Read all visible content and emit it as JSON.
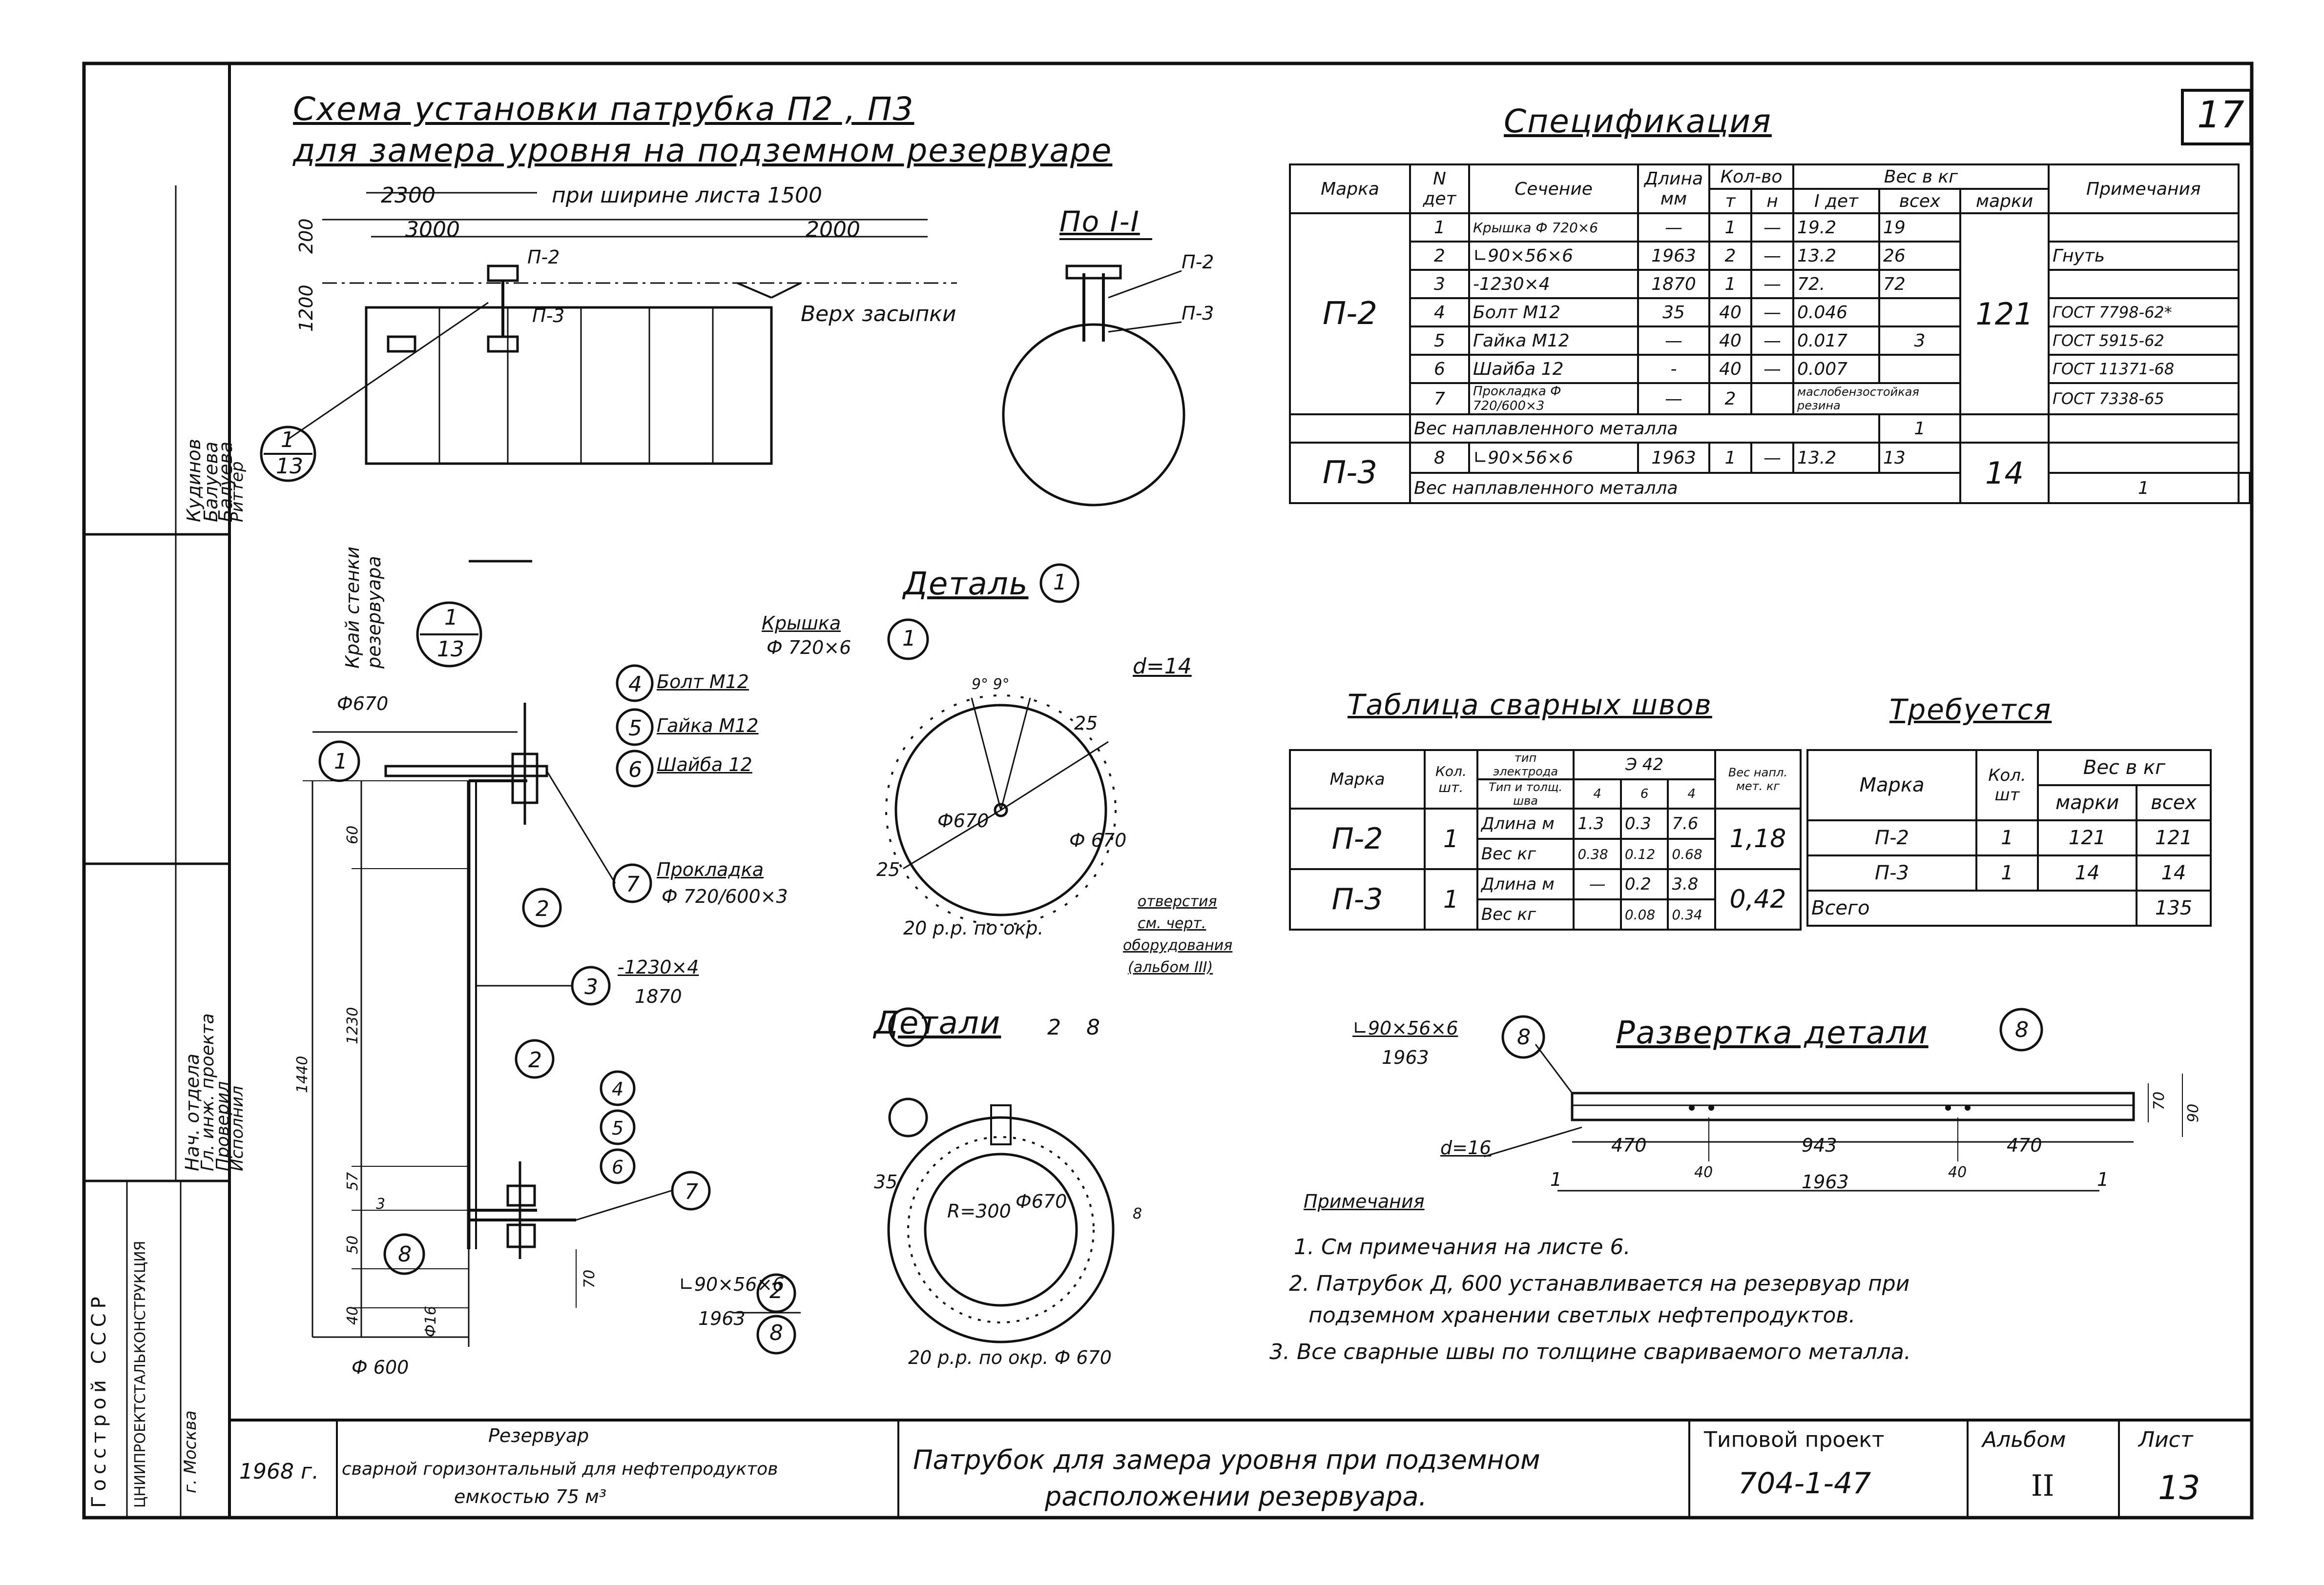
{
  "sheet_number": "17",
  "left_strip": {
    "names": [
      "Кудинов",
      "Балуева",
      "Балуева",
      "Риттер"
    ],
    "roles": [
      "Нач. отдела",
      "Гл. инж. проекта",
      "Проверил",
      "Исполнил"
    ],
    "org": [
      "Госстрой СССР",
      "ЦНИИПРОЕКТСТАЛЬКОНСТРУКЦИЯ",
      "г. Москва"
    ]
  },
  "scheme": {
    "title_line1": "Схема установки патрубка П2 , П3",
    "title_line2": "для замера уровня на подземном резервуаре",
    "dim_2300": "2300",
    "dim_note": "при ширине листа 1500",
    "dim_3000": "3000",
    "dim_2000": "2000",
    "dim_200": "200",
    "dim_1200": "1200",
    "label_p2": "П-2",
    "label_p3": "П-3",
    "backfill": "Верх засыпки",
    "ref_top": "1",
    "ref_bottom": "13",
    "tank_edge_label": "Край стенки резервуара"
  },
  "section": {
    "title": "По I-I",
    "label_p2": "П-2",
    "label_p3": "П-3"
  },
  "spec": {
    "title": "Спецификация",
    "header": {
      "mark": "Марка",
      "det": "N дет",
      "section": "Сечение",
      "length": "Длина мм",
      "qty": "Кол-во",
      "qty_t": "т",
      "qty_n": "н",
      "weight": "Вес в кг",
      "w_det": "I дет",
      "w_all": "всех",
      "w_mark": "марки",
      "notes": "Примечания"
    },
    "groups": [
      {
        "mark": "П-2",
        "mark_weight": "121",
        "rows": [
          {
            "det": "1",
            "section": "Крышка Ф 720×6",
            "length": "—",
            "t": "1",
            "n": "—",
            "w_det": "19.2",
            "w_all": "19",
            "note": ""
          },
          {
            "det": "2",
            "section": "∟90×56×6",
            "length": "1963",
            "t": "2",
            "n": "—",
            "w_det": "13.2",
            "w_all": "26",
            "note": "Гнуть"
          },
          {
            "det": "3",
            "section": "-1230×4",
            "length": "1870",
            "t": "1",
            "n": "—",
            "w_det": "72.",
            "w_all": "72",
            "note": ""
          },
          {
            "det": "4",
            "section": "Болт M12",
            "length": "35",
            "t": "40",
            "n": "—",
            "w_det": "0.046",
            "w_all": "",
            "note": "ГОСТ 7798-62*"
          },
          {
            "det": "5",
            "section": "Гайка M12",
            "length": "—",
            "t": "40",
            "n": "—",
            "w_det": "0.017",
            "w_all": "3",
            "note": "ГОСТ 5915-62"
          },
          {
            "det": "6",
            "section": "Шайба 12",
            "length": "-",
            "t": "40",
            "n": "—",
            "w_det": "0.007",
            "w_all": "",
            "note": "ГОСТ 11371-68"
          },
          {
            "det": "7",
            "section": "Прокладка Ф 720/600×3",
            "length": "—",
            "t": "2",
            "n": "",
            "w_det": "маслобензостойкая резина",
            "w_all": "",
            "note": "ГОСТ 7338-65"
          }
        ],
        "weld_label": "Вес наплавленного металла",
        "weld_value": "1"
      },
      {
        "mark": "П-3",
        "mark_weight": "14",
        "rows": [
          {
            "det": "8",
            "section": "∟90×56×6",
            "length": "1963",
            "t": "1",
            "n": "—",
            "w_det": "13.2",
            "w_all": "13",
            "note": ""
          }
        ],
        "weld_label": "Вес наплавленного металла",
        "weld_value": "1"
      }
    ]
  },
  "welds": {
    "title": "Таблица сварных швов",
    "header": {
      "mark": "Марка",
      "qty": "Кол. шт.",
      "electrode": "тип электрода",
      "type_thick": "Тип и толщ. шва",
      "e42": "Э 42",
      "c4": "4",
      "c6": "6",
      "c4b": "4",
      "weight": "Вес напл. мет. кг"
    },
    "rows": [
      {
        "mark": "П-2",
        "qty": "1",
        "lines": [
          {
            "label": "Длина м",
            "a": "1.3",
            "b": "0.3",
            "c": "7.6"
          },
          {
            "label": "Вес кг",
            "a": "0.38",
            "b": "0.12",
            "c": "0.68"
          }
        ],
        "total": "1,18"
      },
      {
        "mark": "П-3",
        "qty": "1",
        "lines": [
          {
            "label": "Длина м",
            "a": "—",
            "b": "0.2",
            "c": "3.8"
          },
          {
            "label": "Вес кг",
            "a": "",
            "b": "0.08",
            "c": "0.34"
          }
        ],
        "total": "0,42"
      }
    ]
  },
  "required": {
    "title": "Требуется",
    "header": {
      "mark": "Марка",
      "qty": "Кол. шт",
      "weight": "Вес в кг",
      "w_mark": "марки",
      "w_all": "всех"
    },
    "rows": [
      {
        "mark": "П-2",
        "qty": "1",
        "w_mark": "121",
        "w_all": "121"
      },
      {
        "mark": "П-3",
        "qty": "1",
        "w_mark": "14",
        "w_all": "14"
      }
    ],
    "total_label": "Всего",
    "total": "135"
  },
  "detail1": {
    "title": "Деталь",
    "num": "1",
    "lid": "Крышка",
    "lid_size": "Ф 720×6",
    "d14": "d=14",
    "angles": "9° 9°",
    "n25a": "25",
    "n25b": "25",
    "phi670a": "Ф670",
    "phi670b": "Ф 670",
    "arc": "20 р.р. по окр.",
    "holes": [
      "отверстия",
      "см. черт.",
      "оборудования",
      "(альбом III)"
    ]
  },
  "detail28": {
    "title": "Детали",
    "n2": "2",
    "n8": "8",
    "r300": "R=300",
    "phi670": "Ф670",
    "n35": "35",
    "n8a": "8",
    "arc": "20 р.р. по окр. Ф 670",
    "angle": "∟90×56×6",
    "len": "1963"
  },
  "elevation": {
    "phi670": "Ф670",
    "phi600": "Ф 600",
    "phi16": "Ф16",
    "bolt": "Болт M12",
    "nut": "Гайка M12",
    "washer": "Шайба 12",
    "gasket": "Прокладка",
    "gasket_size": "Ф 720/600×3",
    "plate": "-1230×4",
    "plate_len": "1870",
    "d60": "60",
    "d1230": "1230",
    "d1440": "1440",
    "d57": "57",
    "d3": "3",
    "d50": "50",
    "d40": "40",
    "d70": "70",
    "refs": [
      "4",
      "5",
      "6",
      "1",
      "7",
      "2",
      "3",
      "2",
      "4",
      "5",
      "6",
      "7",
      "8"
    ]
  },
  "unfold": {
    "title": "Развертка детали",
    "num": "8",
    "angle": "∟90×56×6",
    "len": "1963",
    "d16": "d=16",
    "d470a": "470",
    "d943": "943",
    "d470b": "470",
    "d40a": "40",
    "d40b": "40",
    "d1963": "1963",
    "d70": "70",
    "d90": "90",
    "n1a": "1",
    "n1b": "1"
  },
  "notes": {
    "title": "Примечания",
    "items": [
      "1. См примечания на листе 6.",
      "2. Патрубок Д, 600 устанавливается на резервуар при",
      "подземном хранении светлых нефтепродуктов.",
      "3. Все сварные швы по толщине свариваемого металла."
    ]
  },
  "titleblock": {
    "year": "1968 г.",
    "object_line1": "Резервуар",
    "object_line2": "сварной горизонтальный для нефтепродуктов",
    "object_line3": "емкостью 75 м³",
    "name_line1": "Патрубок для замера уровня при подземном",
    "name_line2": "расположении резервуара.",
    "project_label": "Типовой проект",
    "project": "704-1-47",
    "album_label": "Альбом",
    "album": "II",
    "sheet_label": "Лист",
    "sheet": "13"
  }
}
